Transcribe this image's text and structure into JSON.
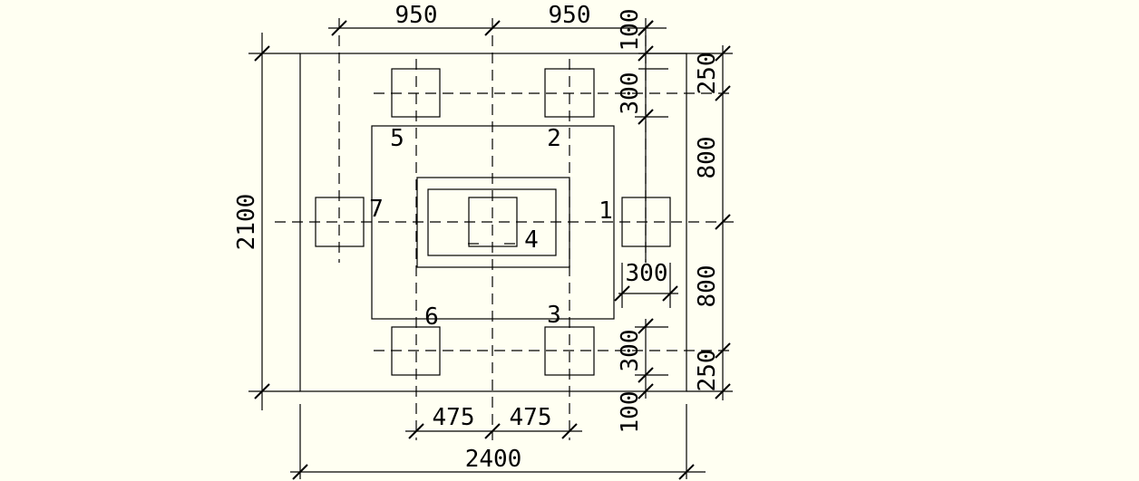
{
  "dimensions": {
    "top_left": "950",
    "top_right": "950",
    "top_offset": "100",
    "right_top_edge": "250",
    "right_top_pile": "300",
    "right_upper": "800",
    "right_lower": "800",
    "right_bottom_pile": "300",
    "right_bottom_edge": "250",
    "bottom_offset": "100",
    "left_height": "2100",
    "bottom_left_half": "475",
    "bottom_right_half": "475",
    "bottom_width": "2400",
    "pile_width": "300"
  },
  "piles": {
    "p1": "1",
    "p2": "2",
    "p3": "3",
    "p4": "4",
    "p5": "5",
    "p6": "6",
    "p7": "7"
  }
}
